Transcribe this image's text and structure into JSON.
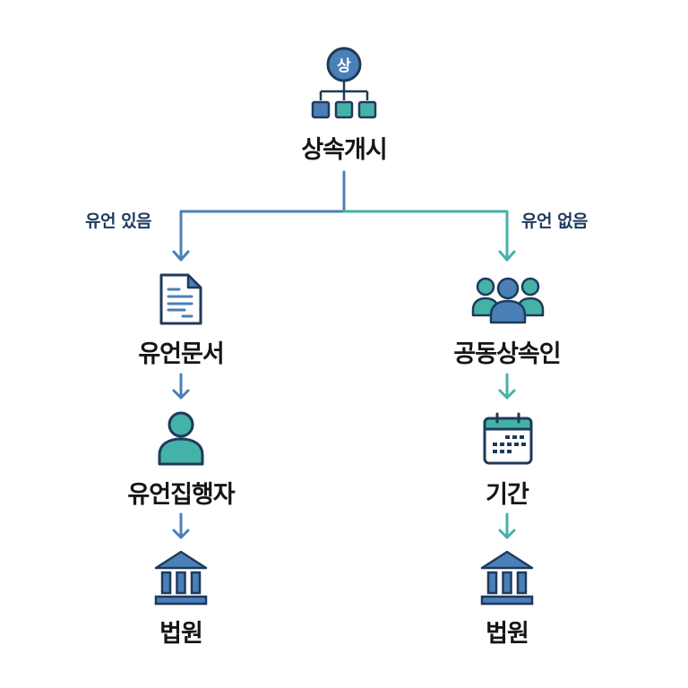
{
  "colors": {
    "blue": "#4a7fb8",
    "teal": "#45b2a8",
    "navy": "#1e3a5a",
    "text": "#151515"
  },
  "root": {
    "label": "상속개시",
    "icon": "hierarchy-icon",
    "icon_text": "상"
  },
  "branches": {
    "left": {
      "label": "유언 있음",
      "steps": [
        {
          "label": "유언문서",
          "icon": "document-icon"
        },
        {
          "label": "유언집행자",
          "icon": "person-icon"
        },
        {
          "label": "법원",
          "icon": "courthouse-icon"
        }
      ]
    },
    "right": {
      "label": "유언 없음",
      "steps": [
        {
          "label": "공동상속인",
          "icon": "group-icon"
        },
        {
          "label": "기간",
          "icon": "calendar-icon"
        },
        {
          "label": "법원",
          "icon": "courthouse-icon"
        }
      ]
    }
  }
}
